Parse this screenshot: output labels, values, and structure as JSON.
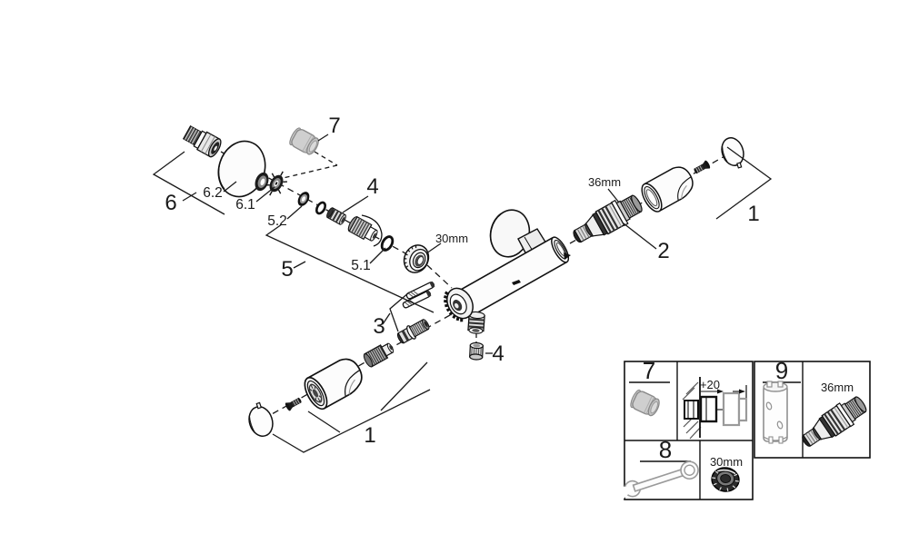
{
  "diagram": {
    "parts": {
      "p1_right": "1",
      "p1_bottom": "1",
      "p2": "2",
      "p3": "3",
      "p4_top": "4",
      "p4_bottom": "4",
      "p5": "5",
      "p5_1": "5.1",
      "p5_2": "5.2",
      "p6": "6",
      "p6_1": "6.1",
      "p6_2": "6.2",
      "p7": "7"
    },
    "sizes": {
      "nut": "30mm",
      "cartridge": "36mm"
    },
    "legend": {
      "cell7": "7",
      "cell8": "8",
      "cell9": "9",
      "extension": "+20",
      "nut": "30mm",
      "cartridge": "36mm"
    },
    "colors": {
      "line": "#1a1a1a",
      "grey_part": "#cfcfcf",
      "background": "#ffffff"
    }
  }
}
